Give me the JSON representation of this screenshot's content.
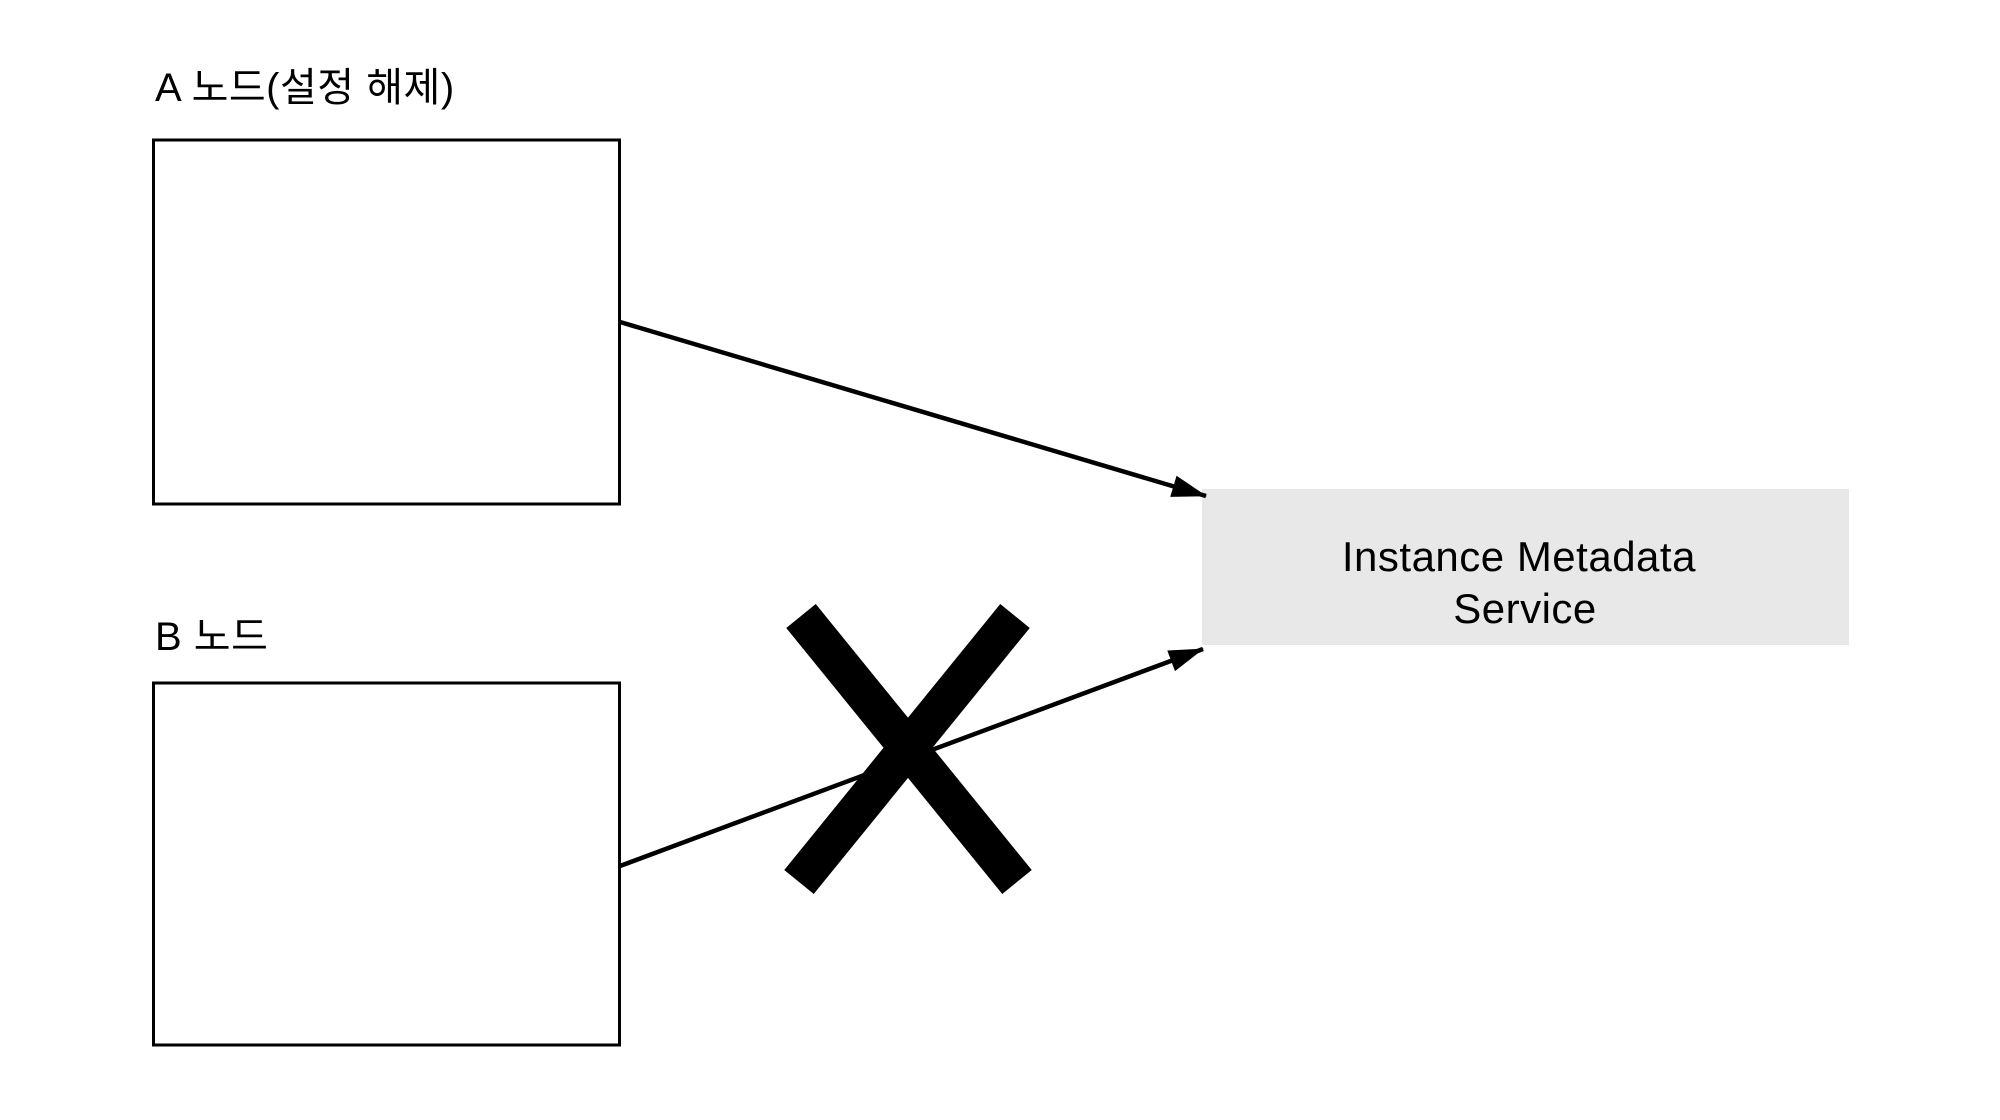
{
  "diagram": {
    "node_a": {
      "label": "A 노드(설정 해제)"
    },
    "node_b": {
      "label": "B 노드"
    },
    "imds": {
      "label": "Instance Metadata Service",
      "lines": [
        "Instance Metadata",
        "Service"
      ]
    },
    "colors": {
      "line": "#000000",
      "text": "#000000",
      "imds_fill": "#e8e8e8",
      "background": "#ffffff"
    }
  }
}
